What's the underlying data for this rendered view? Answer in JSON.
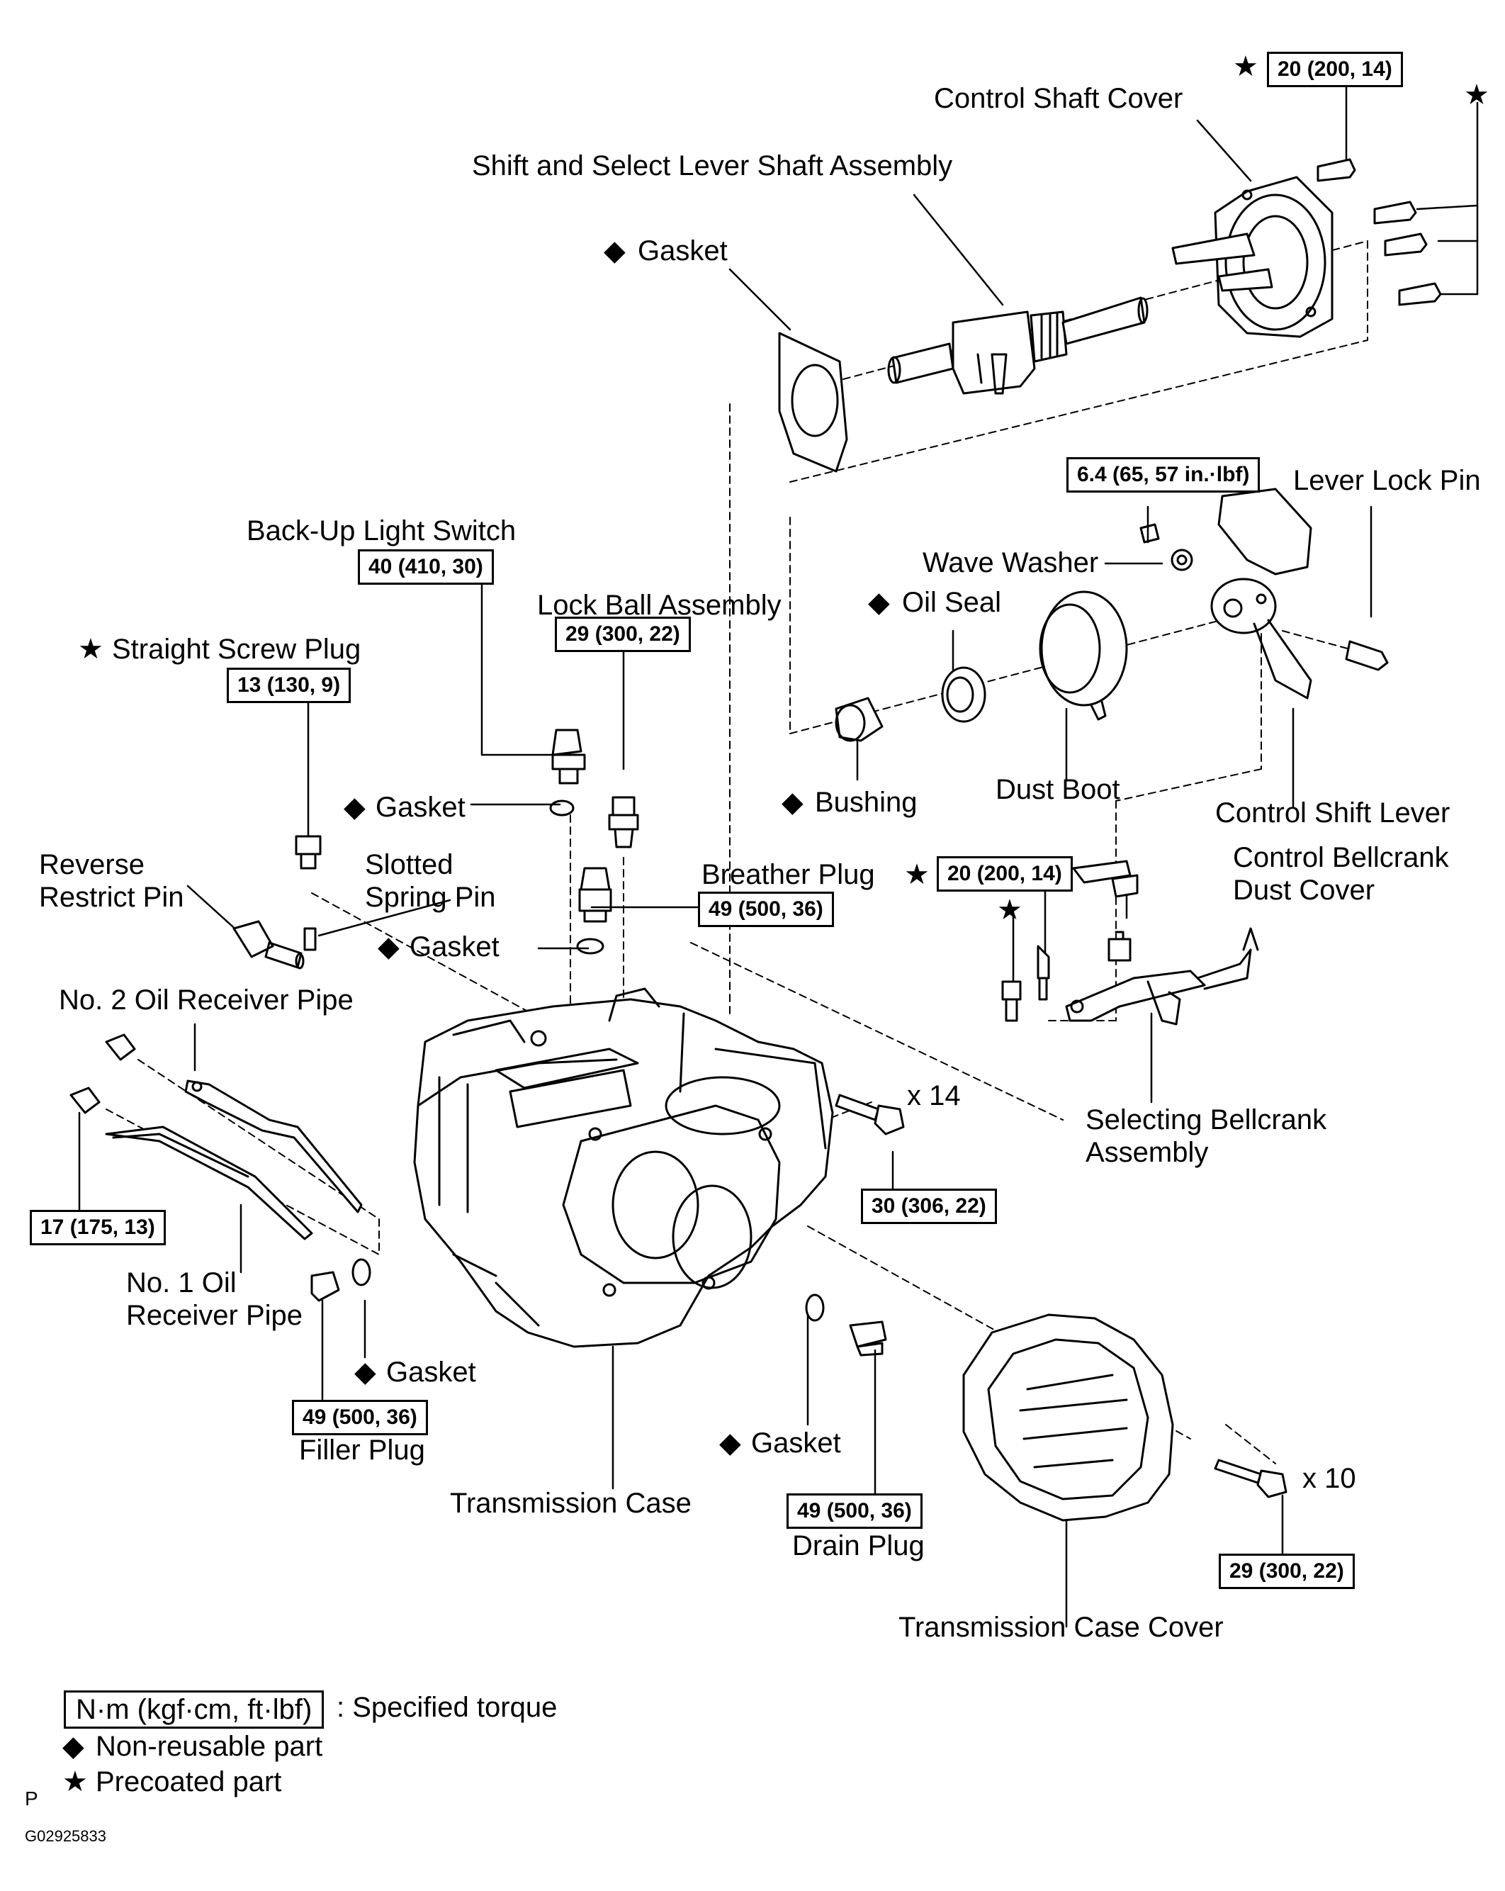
{
  "labels": {
    "control_shaft_cover": "Control Shaft Cover",
    "shift_select_lever_shaft": "Shift and Select Lever Shaft Assembly",
    "gasket_top": "Gasket",
    "lever_lock_pin": "Lever Lock Pin",
    "wave_washer": "Wave Washer",
    "oil_seal": "Oil Seal",
    "dust_boot": "Dust Boot",
    "bushing": "Bushing",
    "control_shift_lever": "Control Shift Lever",
    "back_up_light_switch": "Back-Up  Light Switch",
    "lock_ball_assembly": "Lock Ball Assembly",
    "straight_screw_plug": "Straight Screw Plug",
    "gasket_switch": "Gasket",
    "reverse_restrict_pin": "Reverse\nRestrict Pin",
    "slotted_spring_pin": "Slotted\nSpring Pin",
    "gasket_breather": "Gasket",
    "breather_plug": "Breather Plug",
    "control_bellcrank_dust_cover": "Control Bellcrank\nDust Cover",
    "no2_oil_receiver_pipe": "No. 2 Oil Receiver Pipe",
    "bolt_count_case": "x 14",
    "selecting_bellcrank": "Selecting Bellcrank\nAssembly",
    "no1_oil_receiver_pipe": "No. 1 Oil\nReceiver Pipe",
    "gasket_filler": "Gasket",
    "filler_plug": "Filler Plug",
    "gasket_drain": "Gasket",
    "bolt_count_cover": "x 10",
    "transmission_case": "Transmission Case",
    "drain_plug": "Drain Plug",
    "transmission_case_cover": "Transmission Case Cover"
  },
  "torques": {
    "control_shaft_cover": "20 (200, 14)",
    "lever_lock_nut": "6.4 (65, 57 in.·lbf)",
    "back_up_light_switch": "40 (410, 30)",
    "lock_ball_assembly": "29 (300, 22)",
    "straight_screw_plug": "13 (130, 9)",
    "breather_plug": "49 (500, 36)",
    "bellcrank_bolt": "20 (200, 14)",
    "case_bolts": "30 (306, 22)",
    "oil_receiver_pipe_bolt": "17 (175, 13)",
    "filler_plug": "49 (500, 36)",
    "drain_plug": "49 (500, 36)",
    "case_cover_bolts": "29 (300, 22)"
  },
  "symbols": {
    "star": "★",
    "diamond": "◆"
  },
  "legend": {
    "torque_unit": "N·m (kgf·cm, ft·lbf)",
    "torque_desc": ": Specified torque",
    "non_reusable": "Non-reusable part",
    "precoated": "Precoated part"
  },
  "footer": {
    "page_letter": "P",
    "figure_id": "G02925833"
  }
}
